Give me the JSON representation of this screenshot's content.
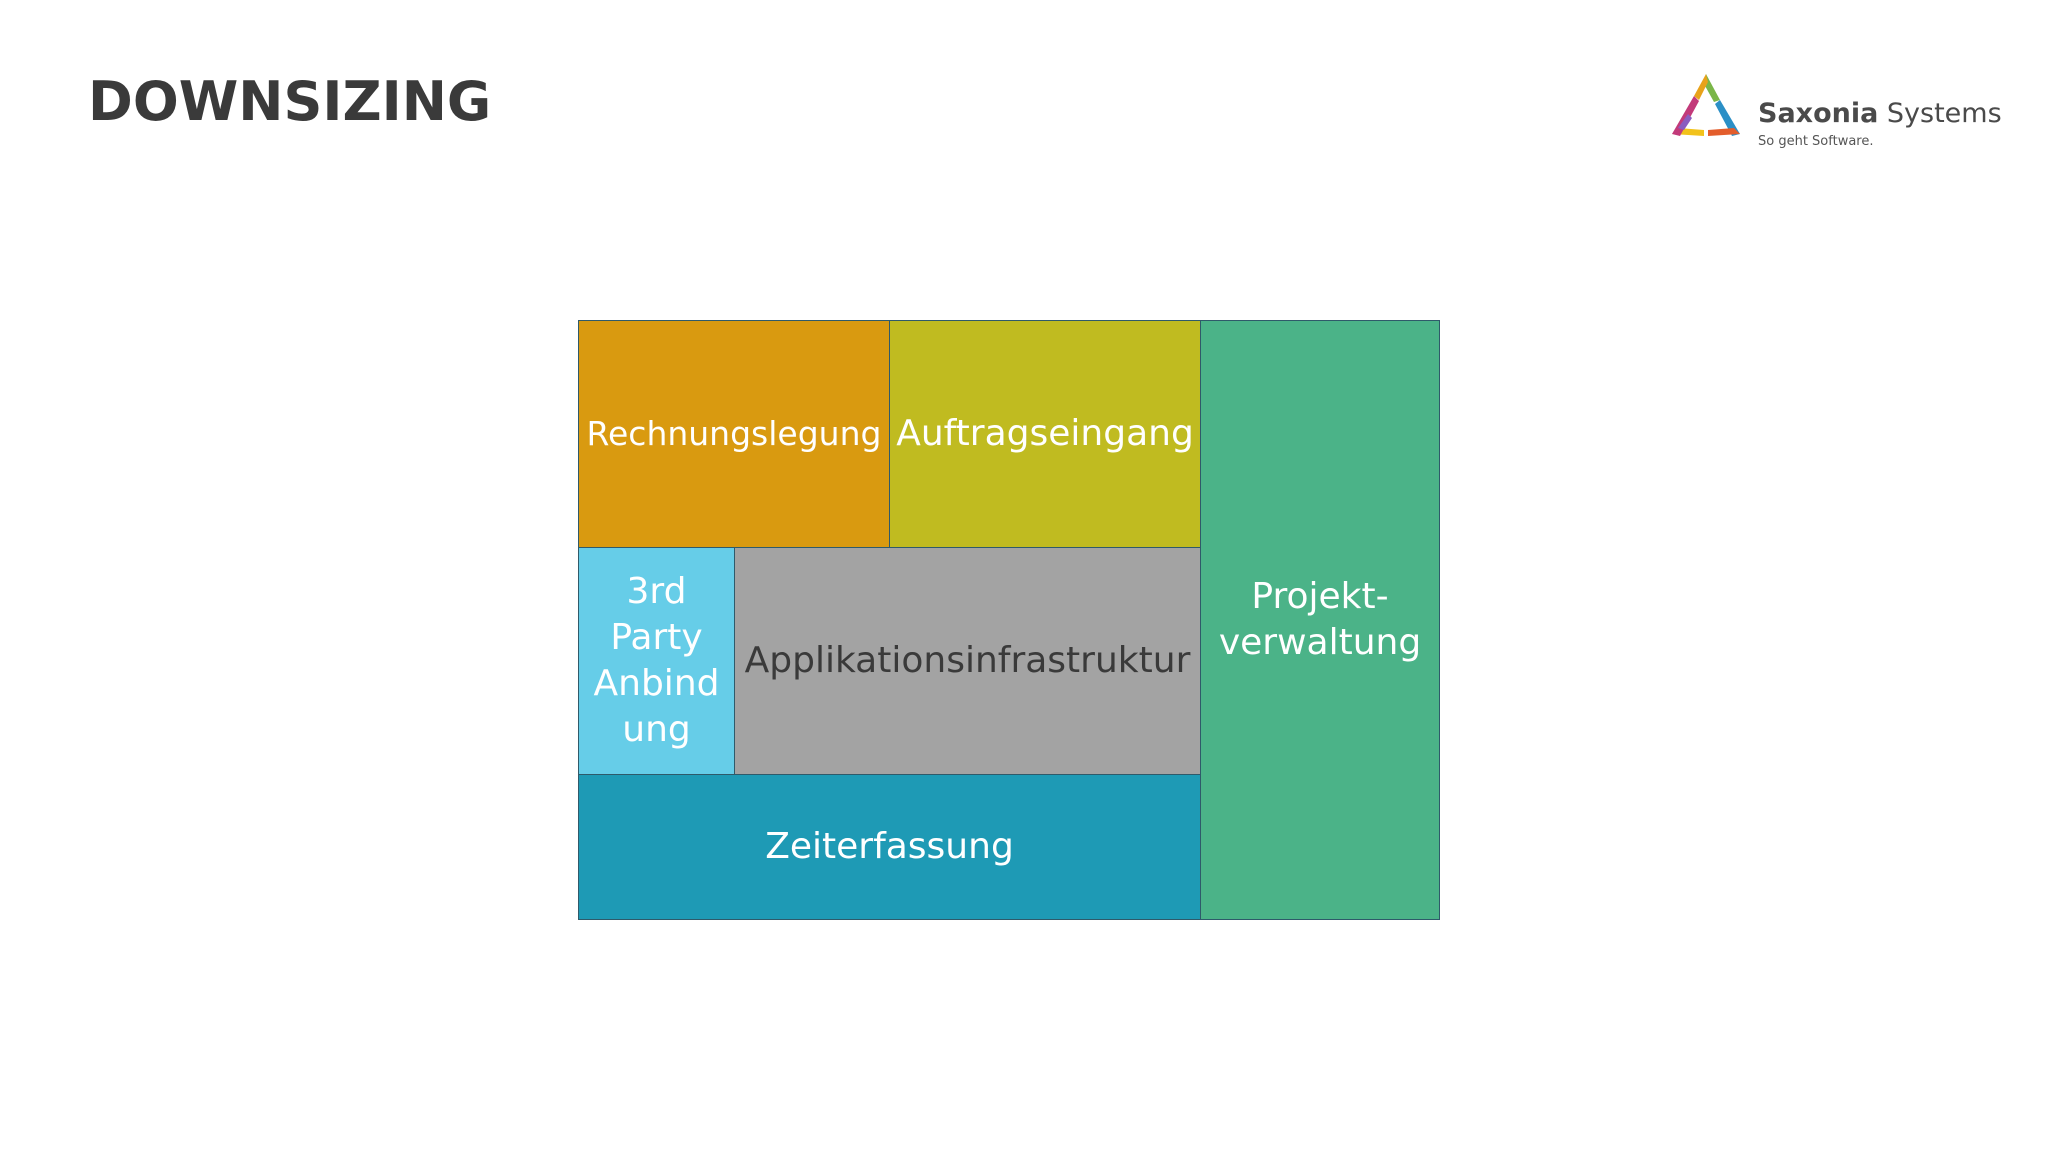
{
  "slide": {
    "title": "DOWNSIZING"
  },
  "logo": {
    "name_bold": "Saxonia",
    "name_rest": " Systems",
    "tagline": "So geht Software."
  },
  "diagram": {
    "blocks": {
      "rechnungslegung": {
        "label": "Rechnungslegung",
        "color": "#d99a10"
      },
      "auftragseingang": {
        "label": "Auftragseingang",
        "color": "#c0bb20"
      },
      "projektverwaltung": {
        "label": "Projekt-\nverwaltung",
        "color": "#4bb388"
      },
      "third_party": {
        "label": "3rd\nParty\nAnbind\nung",
        "color": "#66cde8"
      },
      "applikationsinfrastruktur": {
        "label": "Applikationsinfrastruktur",
        "color": "#a3a3a3"
      },
      "zeiterfassung": {
        "label": "Zeiterfassung",
        "color": "#1e9ab5"
      }
    }
  }
}
